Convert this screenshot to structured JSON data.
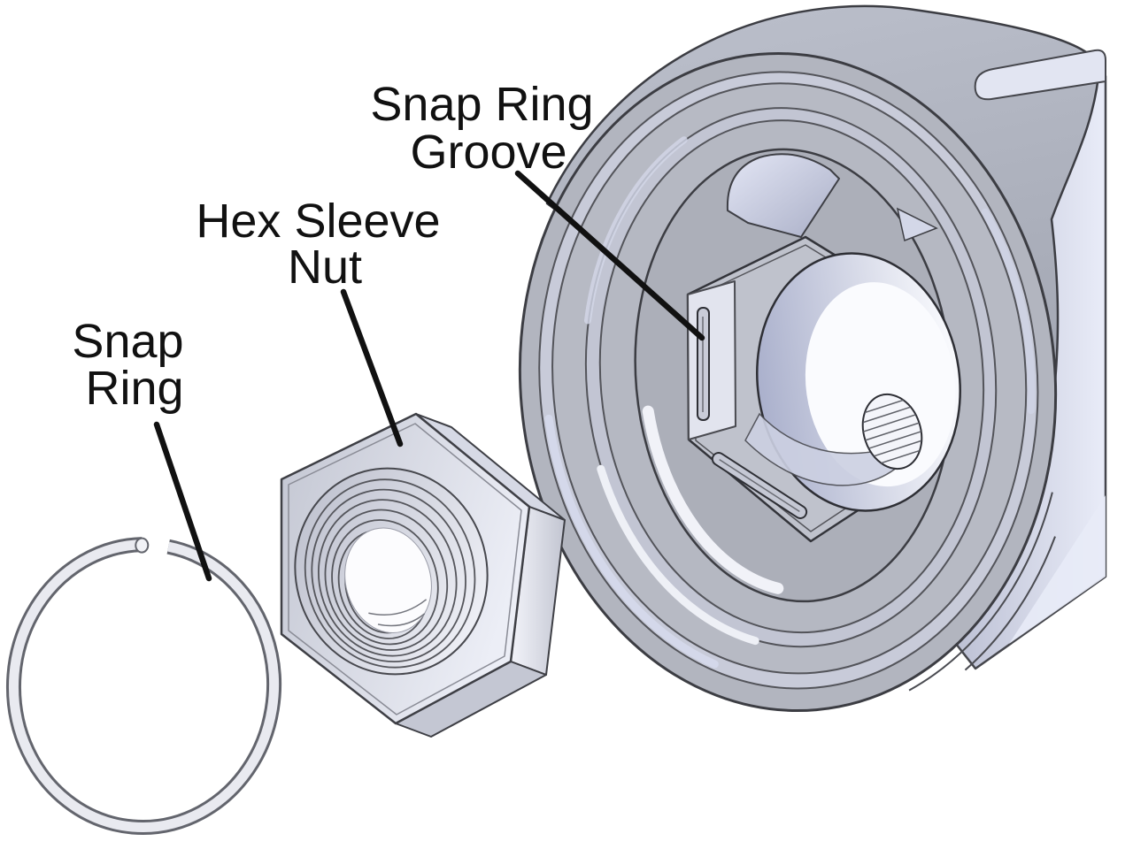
{
  "labels": {
    "groove": {
      "l1": "Snap Ring",
      "l2": "Groove"
    },
    "nut": {
      "l1": "Hex Sleeve",
      "l2": "Nut"
    },
    "ring": {
      "l1": "Snap",
      "l2": "Ring"
    }
  },
  "colors": {
    "background": "#ffffff",
    "outline": "#3c3d43",
    "leader_line": "#111111",
    "metal_gray": "#b5b8c2",
    "metal_light": "#e2e5f2",
    "lavender_highlight": "#d6daec",
    "sheen_white": "#f1f2f8"
  }
}
